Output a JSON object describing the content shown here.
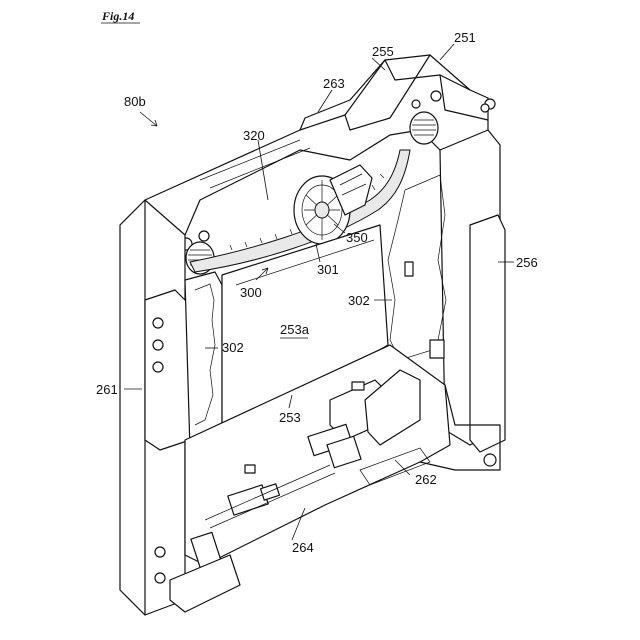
{
  "figure": {
    "title": "Fig.14"
  },
  "labels": {
    "l251": "251",
    "l255": "255",
    "l263": "263",
    "l80b": "80b",
    "l320": "320",
    "l350": "350",
    "l301": "301",
    "l300": "300",
    "l256": "256",
    "l302a": "302",
    "l302b": "302",
    "l253a": "253a",
    "l261": "261",
    "l253": "253",
    "l262": "262",
    "l264": "264"
  }
}
